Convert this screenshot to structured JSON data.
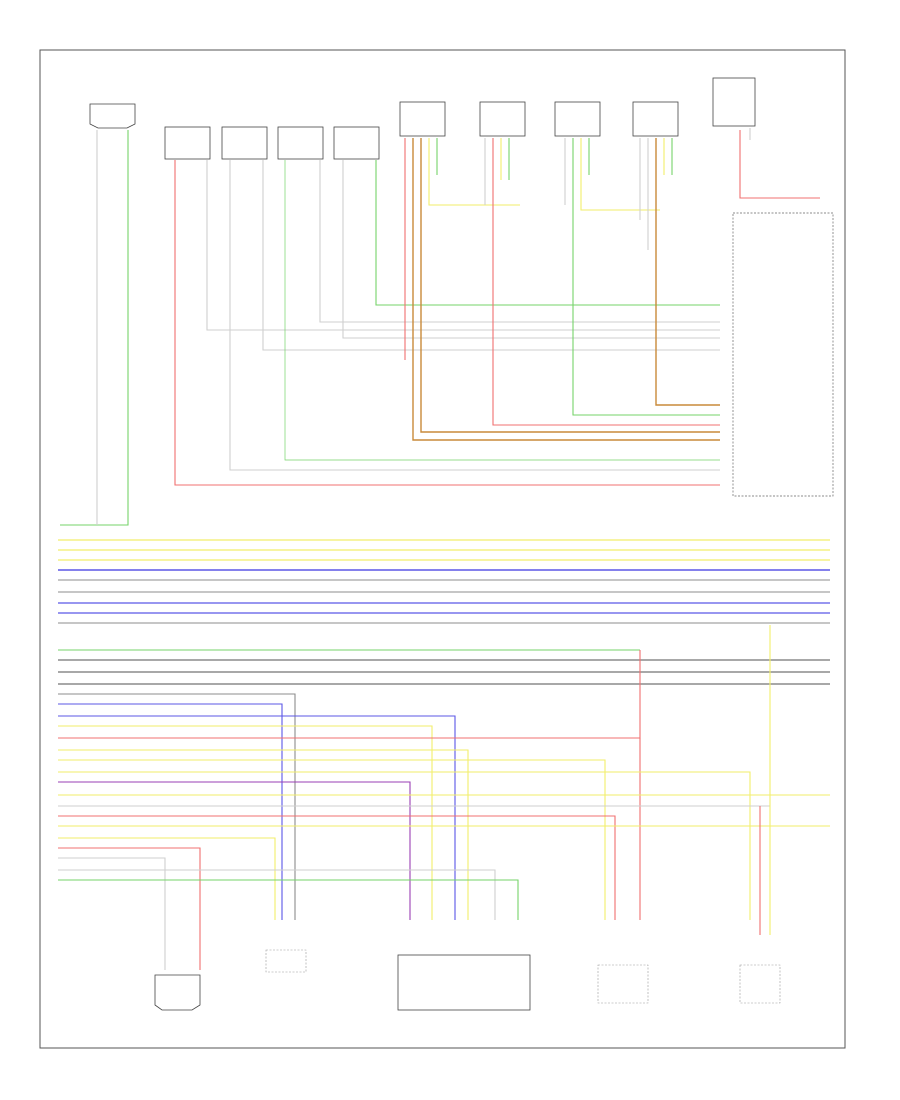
{
  "diagram": {
    "code": "",
    "colors": {
      "green": "#76d36a",
      "red": "#f07070",
      "yellow": "#f2ee6a",
      "blue": "#5b57e6",
      "gray": "#8c8c8c",
      "lightgray": "#cfcfcf",
      "orange": "#c98a3a",
      "purple": "#9a3fb5"
    },
    "components_top": [
      {
        "id": "c1",
        "label": "",
        "pin_text": ""
      },
      {
        "id": "c2",
        "label": "",
        "pin_text": ""
      },
      {
        "id": "c3",
        "label": "",
        "pin_text": ""
      },
      {
        "id": "c4",
        "label": "",
        "pin_text": ""
      },
      {
        "id": "c5",
        "label": "",
        "pin_text": ""
      },
      {
        "id": "c6",
        "label": "",
        "pin_text": ""
      },
      {
        "id": "c7",
        "label": "",
        "pin_text": ""
      },
      {
        "id": "c8",
        "label": "",
        "pin_text": ""
      },
      {
        "id": "c9",
        "label": "",
        "pin_text": ""
      }
    ],
    "module_right": {
      "label": ""
    },
    "components_bottom": [
      {
        "id": "b1",
        "label": ""
      },
      {
        "id": "b2",
        "label": ""
      },
      {
        "id": "b3",
        "label": ""
      },
      {
        "id": "b4",
        "label": ""
      },
      {
        "id": "b5",
        "label": ""
      }
    ]
  }
}
